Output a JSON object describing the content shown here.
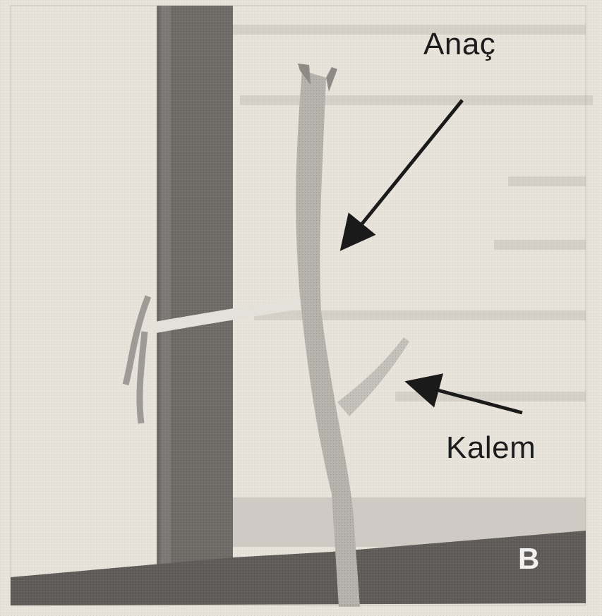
{
  "labels": {
    "rootstock": "Anaç",
    "scion": "Kalem",
    "panel_letter": "B"
  }
}
